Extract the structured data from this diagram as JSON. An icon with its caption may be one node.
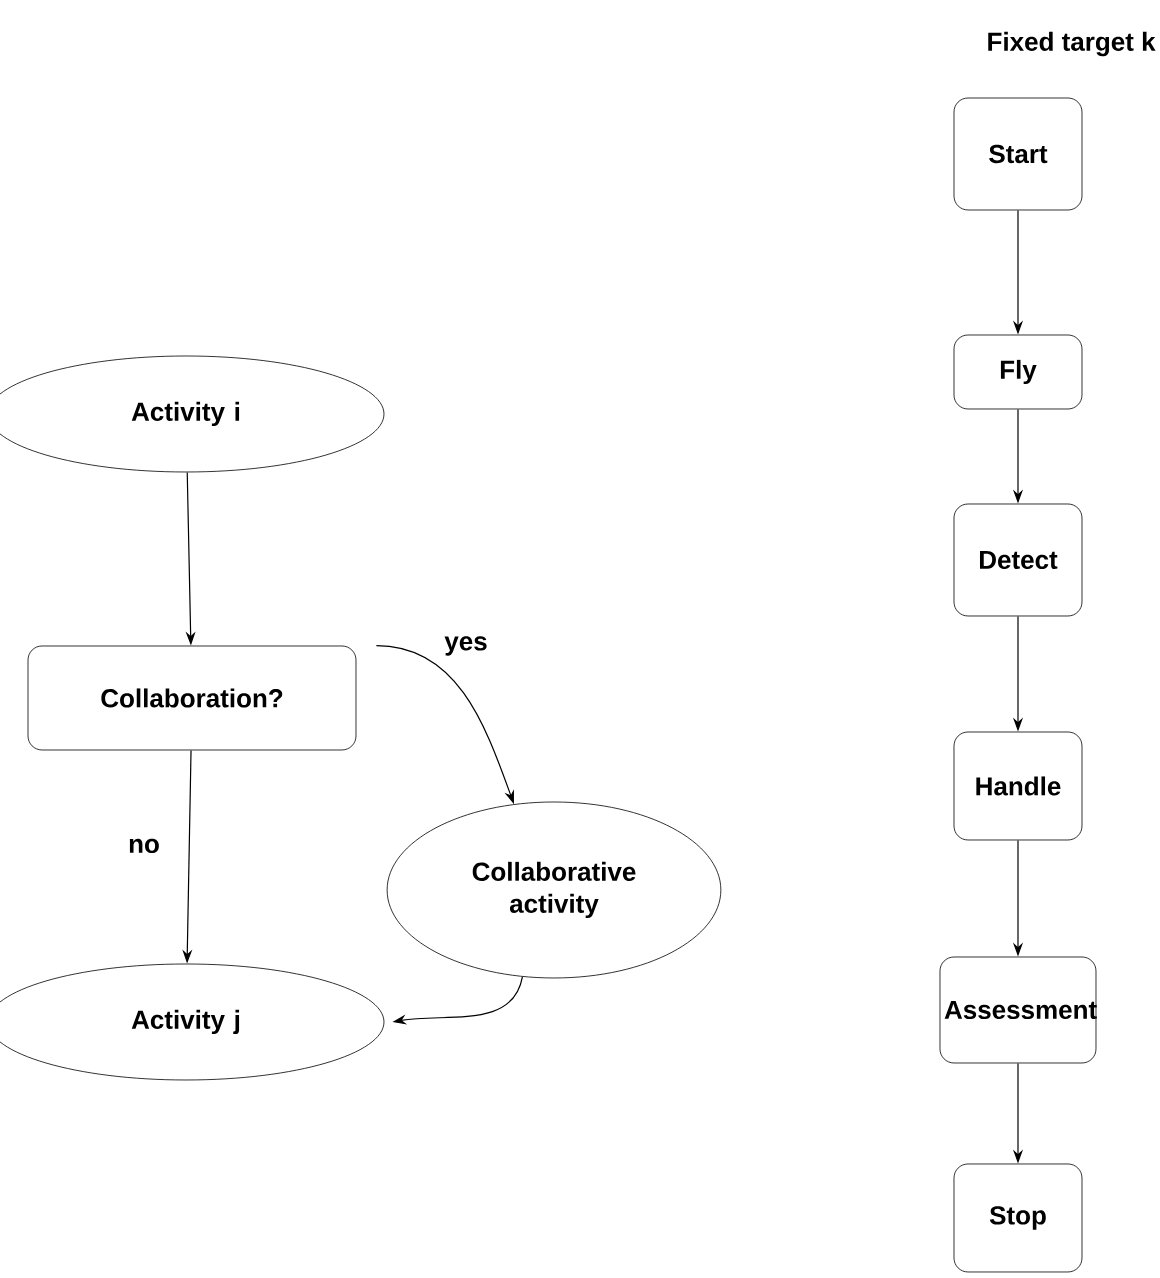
{
  "diagram": {
    "nodes": [
      {
        "text": [
          "Activity i"
        ]
      },
      {
        "text": [
          "Collaboration?"
        ]
      },
      {
        "text": [
          "Collaborative activity"
        ]
      },
      {
        "text": [
          "Activity j"
        ]
      },
      {
        "text": [
          "Start"
        ]
      },
      {
        "text": [
          "Fly"
        ]
      },
      {
        "text": [
          "Detect"
        ]
      },
      {
        "text": [
          "Handle"
        ]
      },
      {
        "text": [
          "Assessment"
        ]
      },
      {
        "text": [
          "Stop"
        ]
      }
    ],
    "edges": [
      {
        "from": 0,
        "to": 1,
        "arrow": "to"
      },
      {
        "from": 1,
        "to": 3,
        "arrow": "to",
        "label": "no"
      },
      {
        "from": 1,
        "to": 2,
        "arrow": "to",
        "label": "yes"
      },
      {
        "from": 2,
        "to": 3,
        "arrow": "to"
      },
      {
        "from": 4,
        "to": 5,
        "arrow": "to"
      },
      {
        "from": 5,
        "to": 6,
        "arrow": "to"
      },
      {
        "from": 6,
        "to": 7,
        "arrow": "to"
      },
      {
        "from": 7,
        "to": 8,
        "arrow": "to"
      },
      {
        "from": 8,
        "to": 9,
        "arrow": "to"
      }
    ],
    "labels": [
      "Fixed target k"
    ]
  }
}
